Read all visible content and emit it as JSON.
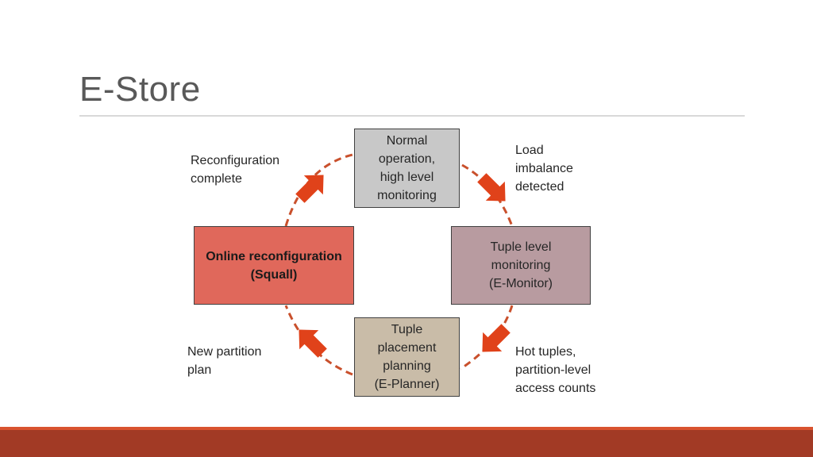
{
  "slide": {
    "title": "E-Store"
  },
  "diagram": {
    "boxes": {
      "normal": "Normal\noperation,\nhigh level\nmonitoring",
      "monitor": "Tuple level\nmonitoring\n(E-Monitor)",
      "planner": "Tuple\nplacement\nplanning\n(E-Planner)",
      "squall": "Online reconfiguration\n(Squall)"
    },
    "labels": {
      "reconfiguration_complete": "Reconfiguration\ncomplete",
      "load_imbalance": "Load\nimbalance\ndetected",
      "new_partition_plan": "New partition\nplan",
      "hot_tuples": "Hot tuples,\npartition-level\naccess counts"
    },
    "colors": {
      "normal_box": "#c8c8c8",
      "monitor_box": "#b89ba0",
      "planner_box": "#c9bca8",
      "squall_box": "#e0685b",
      "arrow": "#e0421a",
      "cycle_dash": "#c9502c",
      "footer": "#a23a25"
    }
  }
}
